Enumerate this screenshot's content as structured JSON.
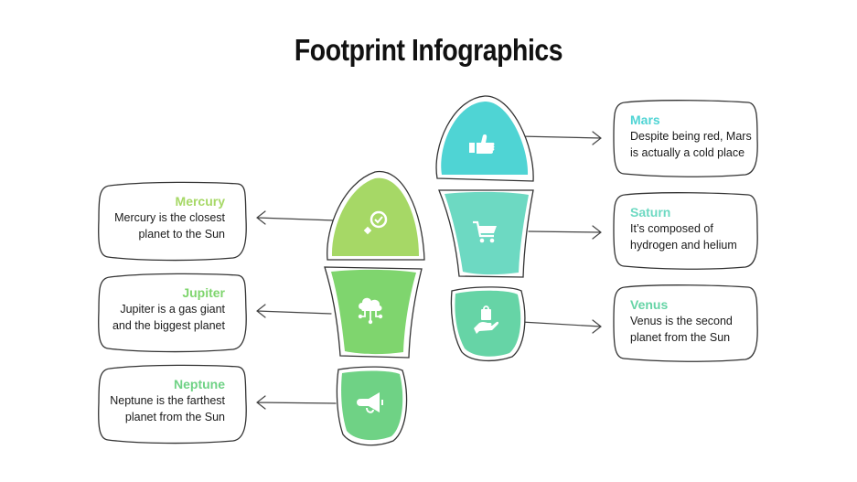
{
  "title": "Footprint Infographics",
  "colors": {
    "mercury": "#a6d866",
    "jupiter": "#7fd56e",
    "neptune": "#6fd285",
    "mars": "#4fd4d4",
    "saturn": "#6dd9c2",
    "venus": "#66d4a6",
    "outline": "#333333",
    "text": "#1a1a1a"
  },
  "left_items": [
    {
      "name": "Mercury",
      "description": "Mercury is the closest\nplanet to the Sun",
      "icon": "magnifier-check-icon"
    },
    {
      "name": "Jupiter",
      "description": "Jupiter is a gas giant\nand the biggest planet",
      "icon": "cloud-network-icon"
    },
    {
      "name": "Neptune",
      "description": "Neptune is the farthest\nplanet from the Sun",
      "icon": "megaphone-icon"
    }
  ],
  "right_items": [
    {
      "name": "Mars",
      "description": "Despite being red, Mars\nis actually a cold place",
      "icon": "thumbs-up-icon"
    },
    {
      "name": "Saturn",
      "description": "It’s composed of\nhydrogen and helium",
      "icon": "shopping-cart-icon"
    },
    {
      "name": "Venus",
      "description": "Venus is the second\nplanet from the Sun",
      "icon": "hand-holding-bag-icon"
    }
  ]
}
